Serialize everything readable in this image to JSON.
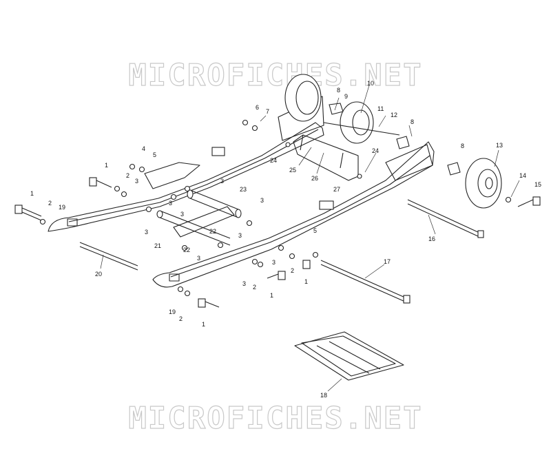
{
  "watermark": {
    "top": "MICROFICHES.NET",
    "bottom": "MICROFICHES.NET"
  },
  "callouts": [
    {
      "id": "c1a",
      "text": "1"
    },
    {
      "id": "c1b",
      "text": "1"
    },
    {
      "id": "c1c",
      "text": "1"
    },
    {
      "id": "c1d",
      "text": "1"
    },
    {
      "id": "c1e",
      "text": "1"
    },
    {
      "id": "c2a",
      "text": "2"
    },
    {
      "id": "c2b",
      "text": "2"
    },
    {
      "id": "c2c",
      "text": "2"
    },
    {
      "id": "c2d",
      "text": "2"
    },
    {
      "id": "c2e",
      "text": "2"
    },
    {
      "id": "c3a",
      "text": "3"
    },
    {
      "id": "c3b",
      "text": "3"
    },
    {
      "id": "c3c",
      "text": "3"
    },
    {
      "id": "c3d",
      "text": "3"
    },
    {
      "id": "c3e",
      "text": "3"
    },
    {
      "id": "c3f",
      "text": "3"
    },
    {
      "id": "c3g",
      "text": "3"
    },
    {
      "id": "c3h",
      "text": "3"
    },
    {
      "id": "c3i",
      "text": "3"
    },
    {
      "id": "c3j",
      "text": "3"
    },
    {
      "id": "c4",
      "text": "4"
    },
    {
      "id": "c5a",
      "text": "5"
    },
    {
      "id": "c5b",
      "text": "5"
    },
    {
      "id": "c6",
      "text": "6"
    },
    {
      "id": "c7",
      "text": "7"
    },
    {
      "id": "c8a",
      "text": "8"
    },
    {
      "id": "c8b",
      "text": "8"
    },
    {
      "id": "c8c",
      "text": "8"
    },
    {
      "id": "c9",
      "text": "9"
    },
    {
      "id": "c10",
      "text": "10"
    },
    {
      "id": "c11",
      "text": "11"
    },
    {
      "id": "c12",
      "text": "12"
    },
    {
      "id": "c13",
      "text": "13"
    },
    {
      "id": "c14",
      "text": "14"
    },
    {
      "id": "c15",
      "text": "15"
    },
    {
      "id": "c16",
      "text": "16"
    },
    {
      "id": "c17",
      "text": "17"
    },
    {
      "id": "c18",
      "text": "18"
    },
    {
      "id": "c19a",
      "text": "19"
    },
    {
      "id": "c19b",
      "text": "19"
    },
    {
      "id": "c20",
      "text": "20"
    },
    {
      "id": "c21",
      "text": "21"
    },
    {
      "id": "c22a",
      "text": "22"
    },
    {
      "id": "c22b",
      "text": "22"
    },
    {
      "id": "c23",
      "text": "23"
    },
    {
      "id": "c24a",
      "text": "24"
    },
    {
      "id": "c24b",
      "text": "24"
    },
    {
      "id": "c25",
      "text": "25"
    },
    {
      "id": "c26",
      "text": "26"
    },
    {
      "id": "c27",
      "text": "27"
    }
  ]
}
